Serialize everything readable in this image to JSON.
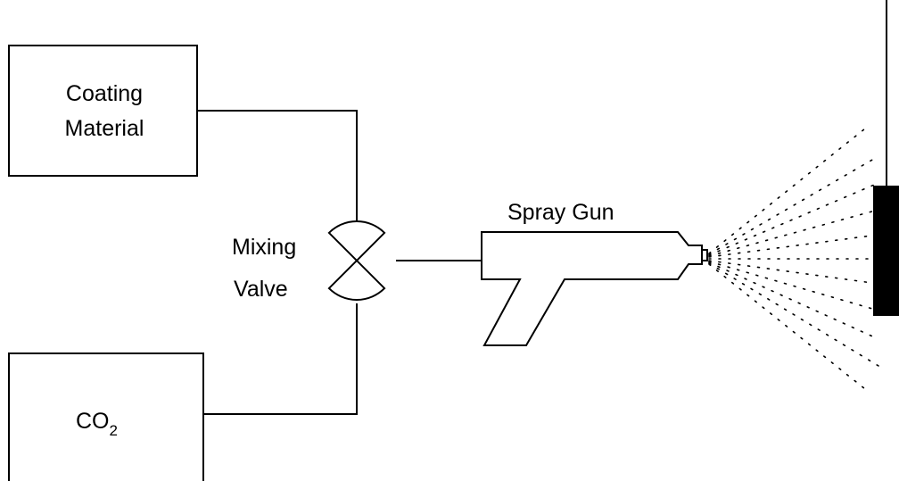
{
  "diagram": {
    "coating_box": {
      "line1": "Coating",
      "line2": "Material"
    },
    "co2_box": {
      "text": "CO",
      "subscript": "2"
    },
    "mixing_valve": {
      "line1": "Mixing",
      "line2": "Valve"
    },
    "spray_gun": {
      "label": "Spray Gun"
    }
  }
}
